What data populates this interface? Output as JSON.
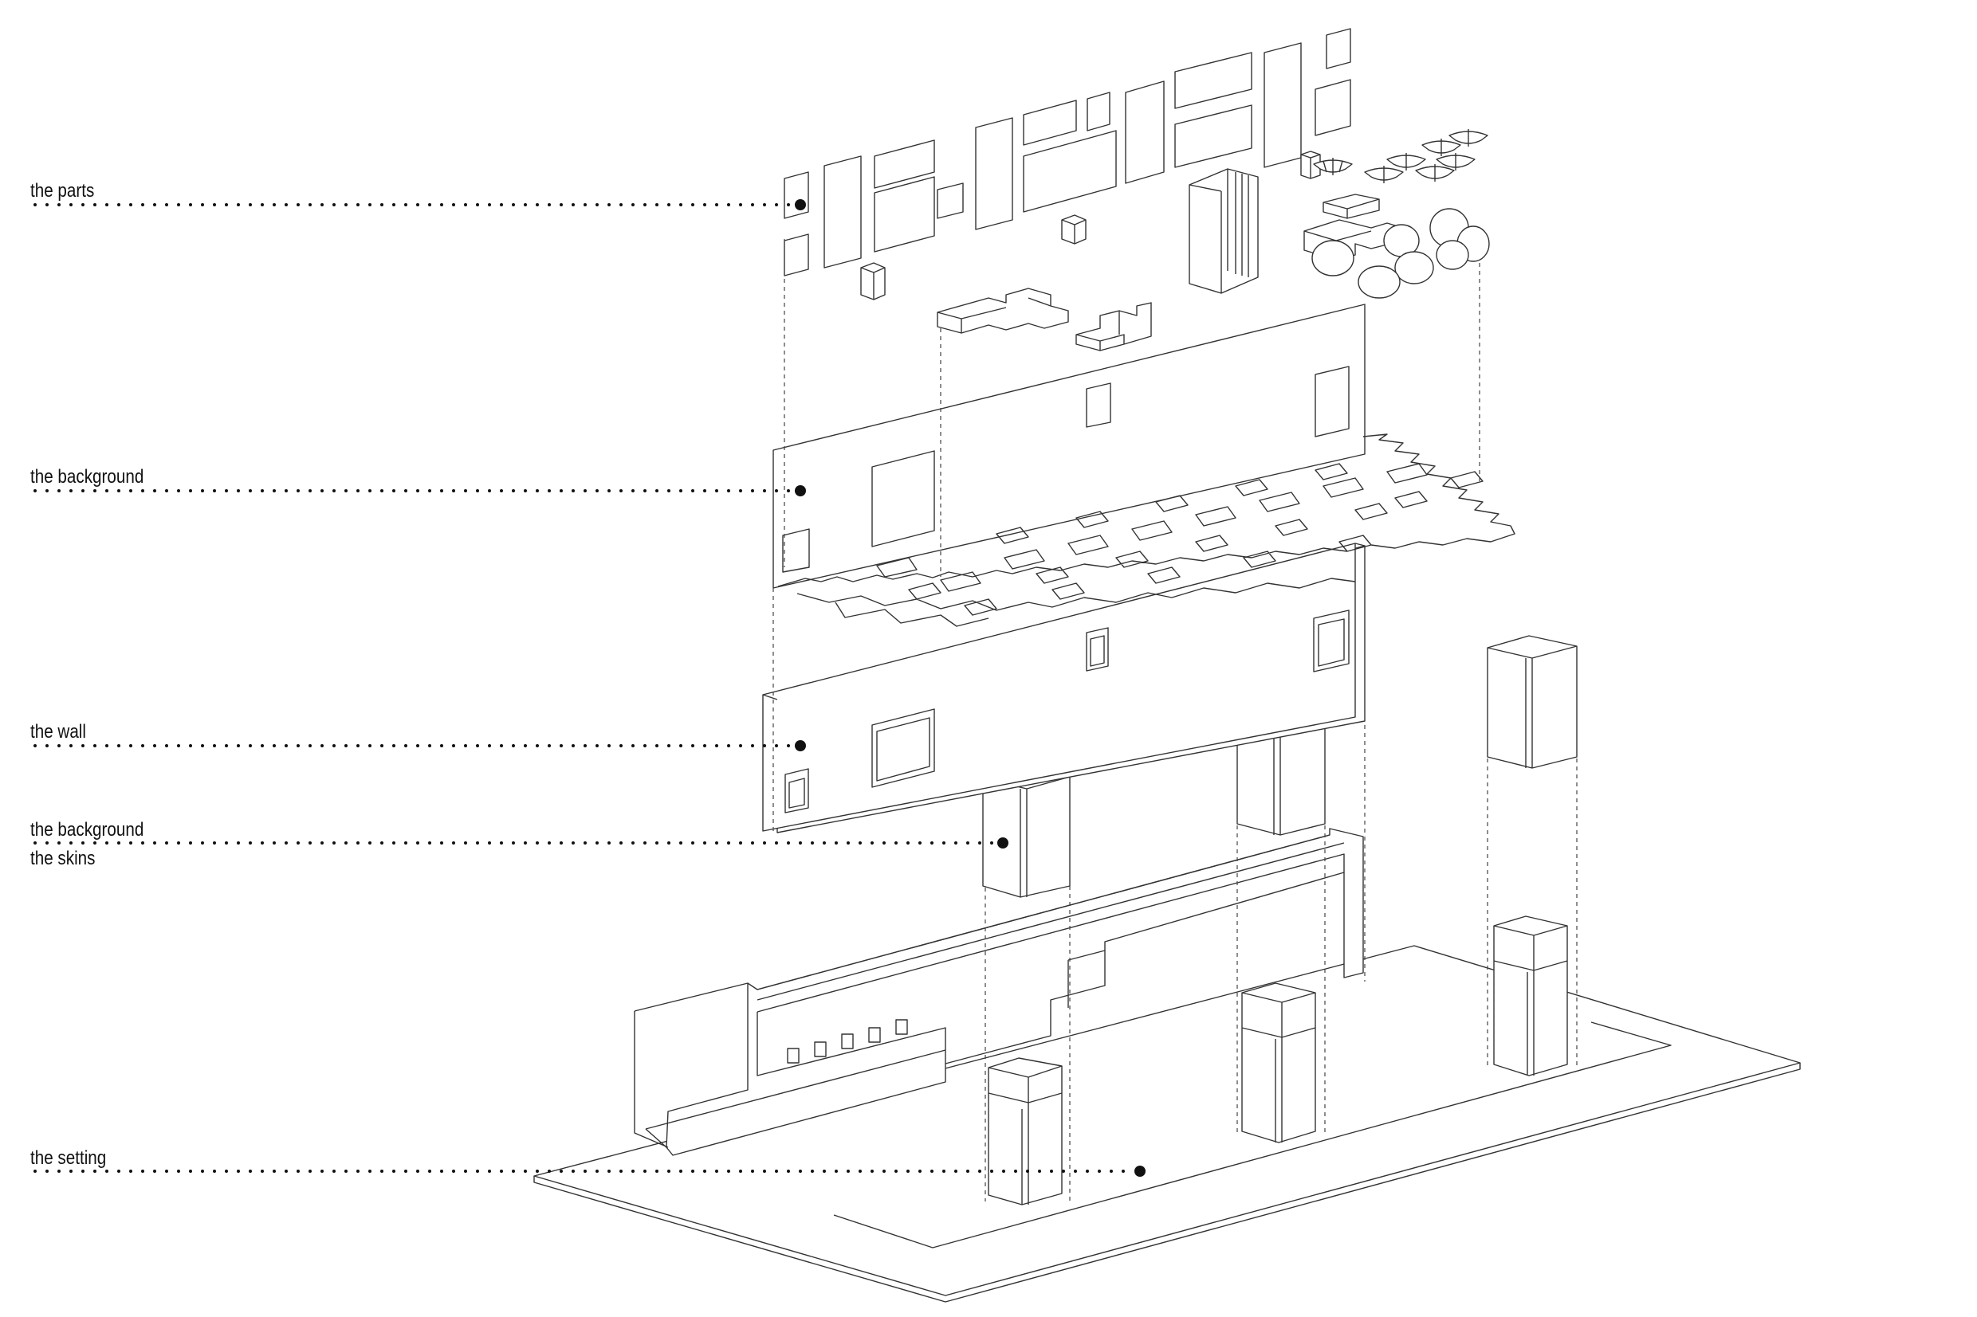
{
  "labels": {
    "parts": "the parts",
    "background": "the background",
    "wall": "the wall",
    "skins_line1": "the background",
    "skins_line2": "the skins",
    "setting": "the setting"
  },
  "colors": {
    "line": "#333333",
    "text": "#111111",
    "background": "#ffffff"
  }
}
